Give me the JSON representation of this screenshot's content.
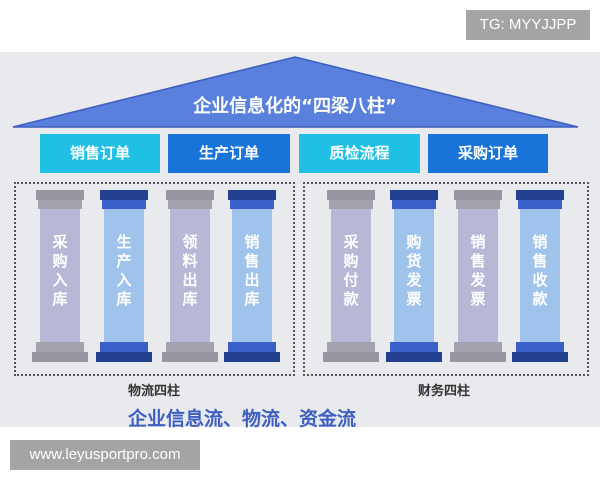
{
  "watermark_top": "TG: MYYJJPP",
  "watermark_bottom": "www.leyusportpro.com",
  "roof": {
    "title": "企业信息化的“四梁八柱”",
    "color": "#5a80dd"
  },
  "beams": [
    {
      "label": "销售订单",
      "color": "#1fc0e3"
    },
    {
      "label": "生产订单",
      "color": "#1a73d9"
    },
    {
      "label": "质检流程",
      "color": "#1fc0e3"
    },
    {
      "label": "采购订单",
      "color": "#1a73d9"
    }
  ],
  "groups": [
    {
      "label": "物流四柱",
      "pillars": [
        {
          "label": "采购入库",
          "style": "grey"
        },
        {
          "label": "生产入库",
          "style": "blue"
        },
        {
          "label": "领料出库",
          "style": "grey"
        },
        {
          "label": "销售出库",
          "style": "blue"
        }
      ]
    },
    {
      "label": "财务四柱",
      "pillars": [
        {
          "label": "采购付款",
          "style": "grey"
        },
        {
          "label": "购货发票",
          "style": "blue"
        },
        {
          "label": "销售发票",
          "style": "grey"
        },
        {
          "label": "销售收款",
          "style": "blue"
        }
      ]
    }
  ],
  "slogan": "企业信息流、物流、资金流"
}
